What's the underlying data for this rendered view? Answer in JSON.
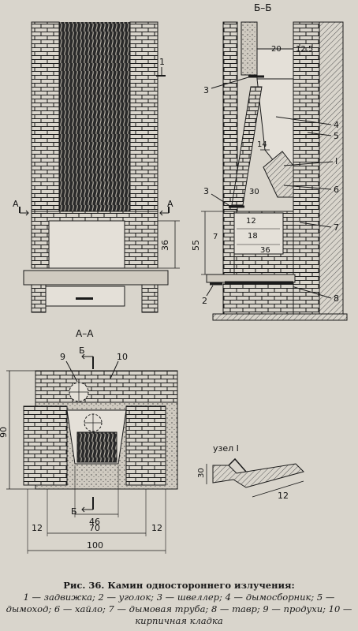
{
  "section_labels": {
    "bb": "Б–Б",
    "aa": "А–А"
  },
  "cut_markers": {
    "a": "А",
    "b": "Б"
  },
  "callouts": [
    "1",
    "2",
    "3",
    "4",
    "5",
    "6",
    "7",
    "8",
    "9",
    "10"
  ],
  "dimensions": {
    "front_36": "36",
    "section_20": "20",
    "section_12_5": "12,5",
    "section_14": "14",
    "section_30": "30",
    "section_12": "12",
    "section_18": "18",
    "section_36": "36",
    "section_55": "55",
    "section_7": "7",
    "plan_90": "90",
    "plan_46": "46",
    "plan_70": "70",
    "plan_100": "100",
    "plan_12_left": "12",
    "plan_12_right": "12"
  },
  "detail": {
    "title": "узел I",
    "dim_30": "30",
    "dim_12": "12"
  },
  "node_mark": "I",
  "caption": {
    "title": "Рис. 36. Камин одностороннего излучения:",
    "legend": "1 — задвижка; 2 — уголок; 3 — швеллер; 4 — дымосборник; 5 — дымоход; 6 — хайло; 7 — дымовая труба; 8 — тавр; 9 — продухи; 10 — кирпичная кладка"
  },
  "colors": {
    "paper": "#d9d5cc",
    "ink": "#1a1a1a",
    "hatch": "#555555"
  }
}
